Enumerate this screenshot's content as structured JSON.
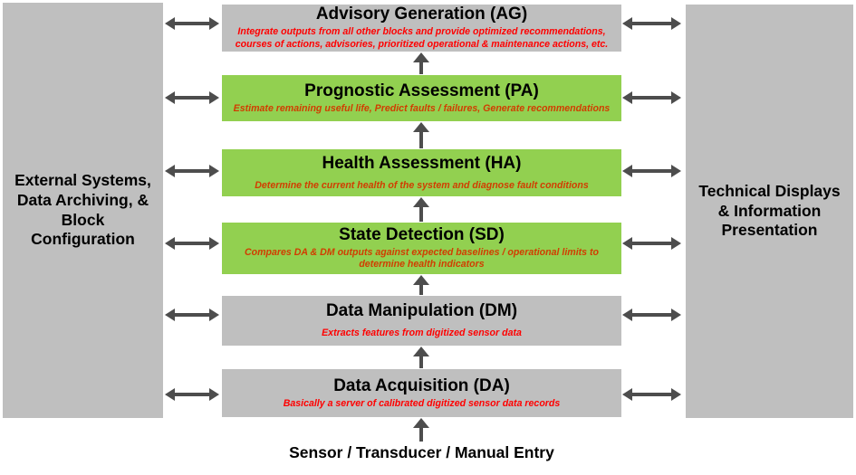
{
  "palette": {
    "gray_block": "#bfbfbf",
    "green_block": "#92d050",
    "arrow": "#4d4d4d",
    "title_text": "#000000",
    "subtitle_on_gray": "#ff0000",
    "subtitle_on_green": "#d13d00"
  },
  "left_panel": {
    "label": "External Systems,\nData Archiving, &\nBlock\nConfiguration"
  },
  "right_panel": {
    "label": "Technical Displays\n& Information\nPresentation"
  },
  "blocks": [
    {
      "id": "ag",
      "title": "Advisory Generation (AG)",
      "subtitle": "Integrate outputs from all other blocks and provide optimized recommendations, courses of actions, advisories, prioritized operational & maintenance actions, etc.",
      "color": "gray"
    },
    {
      "id": "pa",
      "title": "Prognostic Assessment (PA)",
      "subtitle": "Estimate remaining useful life, Predict faults / failures, Generate recommendations",
      "color": "green"
    },
    {
      "id": "ha",
      "title": "Health Assessment (HA)",
      "subtitle": "Determine the current health of the system and diagnose fault conditions",
      "color": "green"
    },
    {
      "id": "sd",
      "title": "State Detection (SD)",
      "subtitle": "Compares DA & DM outputs against expected baselines / operational limits to determine health indicators",
      "color": "green"
    },
    {
      "id": "dm",
      "title": "Data Manipulation (DM)",
      "subtitle": "Extracts features from digitized sensor data",
      "color": "gray"
    },
    {
      "id": "da",
      "title": "Data Acquisition (DA)",
      "subtitle": "Basically a server of calibrated digitized sensor data records",
      "color": "gray"
    }
  ],
  "source_label": "Sensor / Transducer / Manual Entry"
}
